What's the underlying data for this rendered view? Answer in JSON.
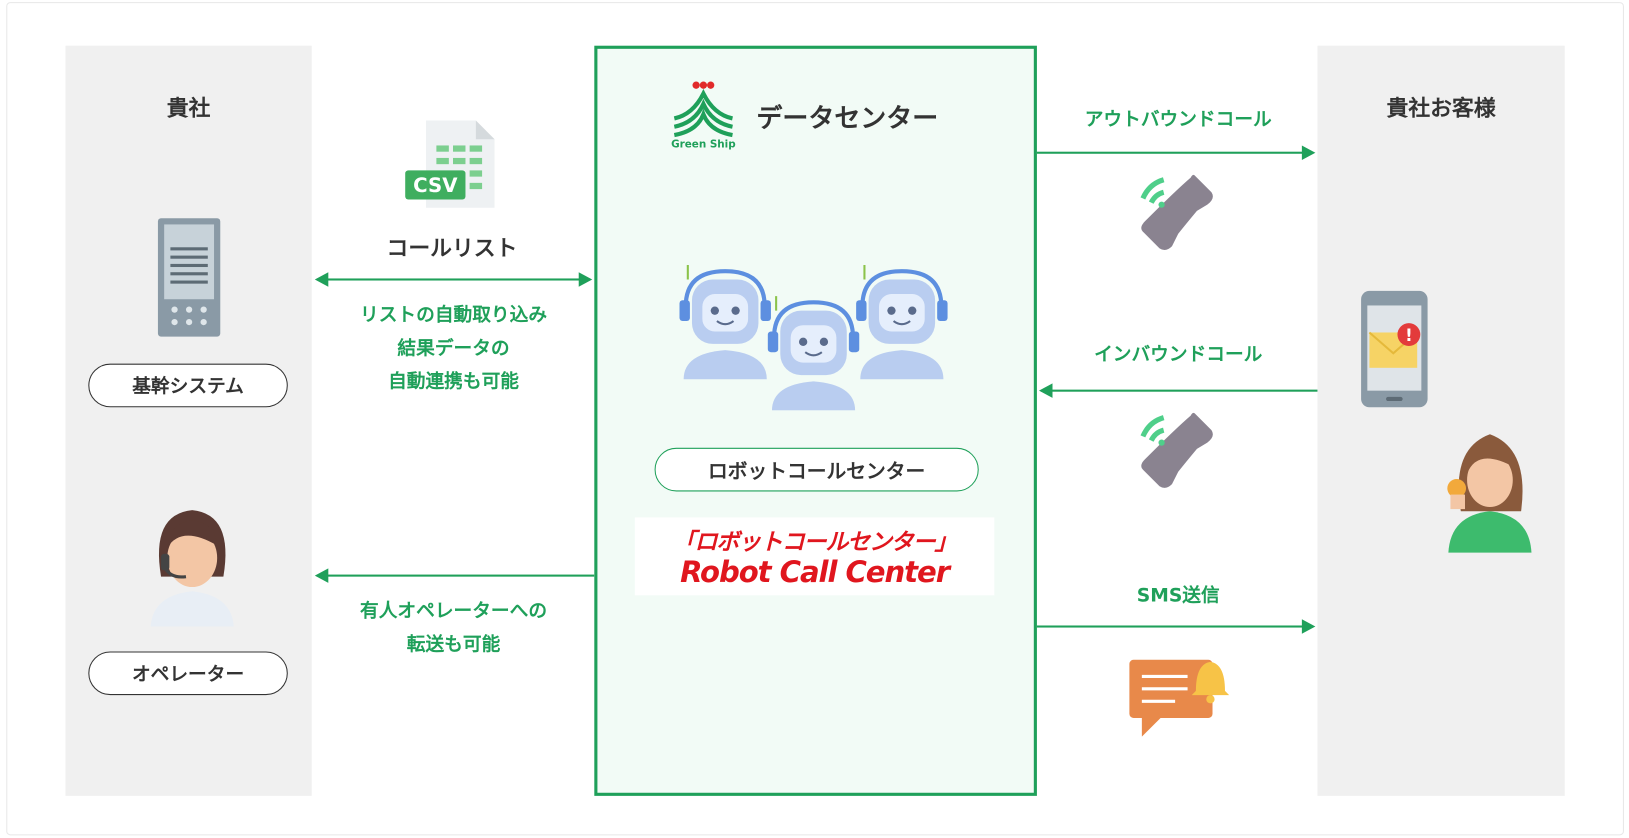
{
  "left": {
    "title": "貴社",
    "system_label": "基幹システム",
    "operator_label": "オペレーター"
  },
  "right": {
    "title": "貴社お客様"
  },
  "center": {
    "logo_text": "Green Ship",
    "title": "データセンター",
    "robot_label": "ロボットコールセンター",
    "brand_jp": "「ロボットコールセンター」",
    "brand_en": "Robot Call Center"
  },
  "flows": {
    "csv_badge": "CSV",
    "call_list": "コールリスト",
    "auto_import": [
      "リストの自動取り込み",
      "結果データの",
      "自動連携も可能"
    ],
    "operator_transfer": [
      "有人オペレーターへの",
      "転送も可能"
    ],
    "outbound": "アウトバウンドコール",
    "inbound": "インバウンドコール",
    "sms": "SMS送信"
  },
  "colors": {
    "accent": "#1fa05a",
    "panel": "#f0f0f0",
    "center_bg": "#f2fbf6"
  }
}
